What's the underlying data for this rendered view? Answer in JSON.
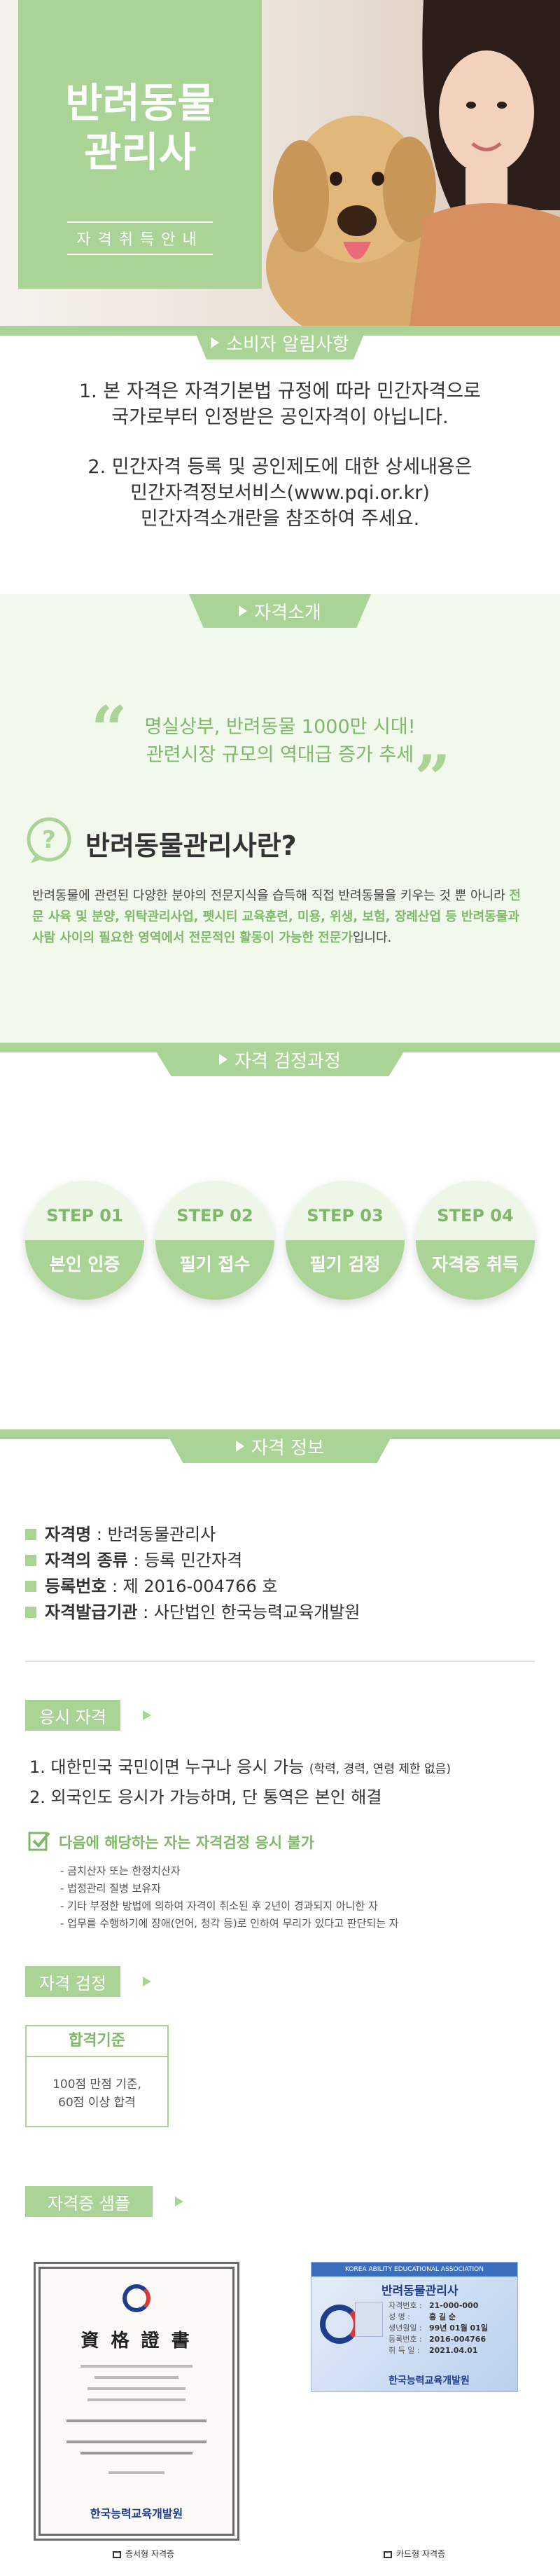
{
  "hero": {
    "title_line1": "반려동물",
    "title_line2": "관리사",
    "subtitle": "자격취득안내"
  },
  "notice": {
    "ribbon": "소비자 알림사항",
    "p1_line1": "1. 본 자격은 자격기본법 규정에 따라 민간자격으로",
    "p1_line2": "국가로부터 인정받은 공인자격이 아닙니다.",
    "p2_line1": "2. 민간자격 등록 및 공인제도에 대한 상세내용은",
    "p2_line2": "민간자격정보서비스(www.pqi.or.kr)",
    "p2_line3": "민간자격소개란을 참조하여 주세요."
  },
  "intro": {
    "ribbon": "자격소개",
    "quote_line1": "명실상부, 반려동물 1000만 시대!",
    "quote_line2": "관련시장 규모의 역대급 증가 추세",
    "heading": "반려동물관리사란?",
    "body_part1": "반려동물에 관련된 다양한 분야의 전문지식을 습득해 직접 반려동물을 키우는 것 뿐 아니라 ",
    "body_bold": "전문 사육 및 분양, 위탁관리사업, 펫시티 교육훈련, 미용, 위생, 보험, 장례산업 등 반려동물과 사람 사이의 필요한 영역에서 전문적인 활동이 가능한 전문가",
    "body_part2": "입니다."
  },
  "process": {
    "ribbon": "자격 검정과정",
    "steps": [
      {
        "step": "STEP 01",
        "label": "본인 인증"
      },
      {
        "step": "STEP 02",
        "label": "필기 접수"
      },
      {
        "step": "STEP 03",
        "label": "필기 검정"
      },
      {
        "step": "STEP 04",
        "label": "자격증 취득"
      }
    ]
  },
  "info": {
    "ribbon": "자격 정보",
    "rows": [
      {
        "key": "자격명",
        "value": "반려동물관리사"
      },
      {
        "key": "자격의 종류",
        "value": "등록 민간자격"
      },
      {
        "key": "등록번호",
        "value": "제 2016-004766 호"
      },
      {
        "key": "자격발급기관",
        "value": "사단법인 한국능력교육개발원"
      }
    ]
  },
  "eligibility": {
    "tag": "응시 자격",
    "line1_main": "1. 대한민국 국민이면 누구나 응시 가능 ",
    "line1_small": "(학력, 경력, 연령 제한 없음)",
    "line2": "2. 외국인도 응시가 가능하며, 단 통역은 본인 해결",
    "warn_title": "다음에 해당하는 자는 자격검정 응시 불가",
    "warn_items": [
      "- 금치산자 또는 한정치산자",
      "- 법정관리 질병 보유자",
      "- 기타 부정한 방법에 의하여 자격이 취소된 후 2년이 경과되지 아니한 자",
      "- 업무를 수행하기에 장애(언어, 청각 등)로 인하여 무리가 있다고 판단되는 자"
    ]
  },
  "exam": {
    "tag": "자격 검정",
    "box_title": "합격기준",
    "box_line1": "100점 만점 기준,",
    "box_line2": "60점 이상 합격"
  },
  "samples": {
    "tag": "자격증 샘플",
    "cert_title": "資 格 證 書",
    "cert_org": "한국능력교육개발원",
    "card_header": "KOREA ABILITY EDUCATIONAL ASSOCIATION",
    "card_title": "반려동물관리사",
    "card_rows": [
      {
        "k": "자격번호 :",
        "v": "21-000-000"
      },
      {
        "k": "성    명 :",
        "v": "홍 길 순"
      },
      {
        "k": "생년월일 :",
        "v": "99년 01월 01일"
      },
      {
        "k": "등록번호 :",
        "v": "2016-004766"
      },
      {
        "k": "취 득 일 :",
        "v": "2021.04.01"
      }
    ],
    "card_org": "한국능력교육개발원",
    "caption1": "증서형 자격증",
    "caption2": "카드형 자격증"
  },
  "colors": {
    "accent": "#a9d496",
    "accent_dark": "#7fb86a",
    "bg_light": "#f1f8ec"
  }
}
